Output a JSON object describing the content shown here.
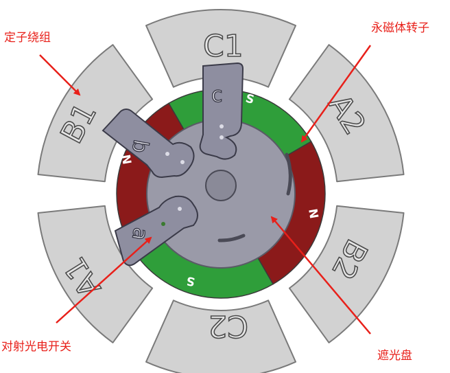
{
  "annotations": {
    "stator_winding": "定子绕组",
    "pm_rotor": "永磁体转子",
    "photo_switch": "对射光电开关",
    "shutter_disc": "遮光盘"
  },
  "stator_segments": {
    "c1": "C1",
    "a2": "A2",
    "b2": "B2",
    "c2": "C2",
    "a1": "A1",
    "b1": "B1"
  },
  "sensors": {
    "c": "c",
    "b": "b",
    "a": "a"
  },
  "poles": {
    "s_top": "S",
    "n_right": "N",
    "s_bottom": "S",
    "n_left": "N"
  },
  "colors": {
    "stator": "#d2d2d2",
    "rotor_north": "#8b1a1a",
    "rotor_south": "#2f9e3a",
    "disc": "#9a9aa8",
    "sensor": "#8e8ea0",
    "arrow": "#e8201a"
  }
}
